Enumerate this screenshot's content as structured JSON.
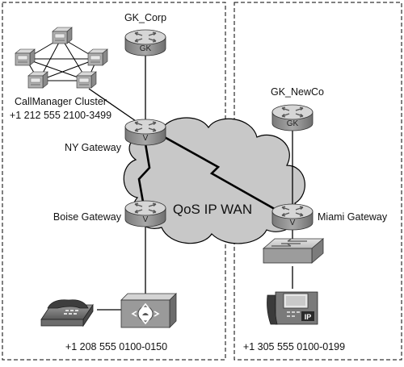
{
  "diagram": {
    "regions": {
      "left_box": "corporate-network",
      "right_box": "newco-network"
    },
    "cloud": {
      "label": "QoS IP WAN",
      "color": "#c8c8c8"
    },
    "devices": {
      "gk_corp": {
        "label": "GK_Corp",
        "badge": "GK"
      },
      "gk_newco": {
        "label": "GK_NewCo",
        "badge": "GK"
      },
      "callmanager_cluster": {
        "label": "CallManager Cluster",
        "number_range": "+1 212 555 2100-3499"
      },
      "ny_gateway": {
        "label": "NY Gateway",
        "badge": "V"
      },
      "boise_gateway": {
        "label": "Boise Gateway",
        "badge": "V"
      },
      "miami_gateway": {
        "label": "Miami Gateway",
        "badge": "V"
      },
      "boise_phone_range": "+1 208 555 0100-0150",
      "miami_phone_range": "+1 305 555 0100-0199",
      "ip_phone_badge": "IP"
    },
    "colors": {
      "router_top": "#d9d9d9",
      "router_side": "#8c8c8c",
      "line": "#000000",
      "dashed_border": "#000000"
    }
  }
}
